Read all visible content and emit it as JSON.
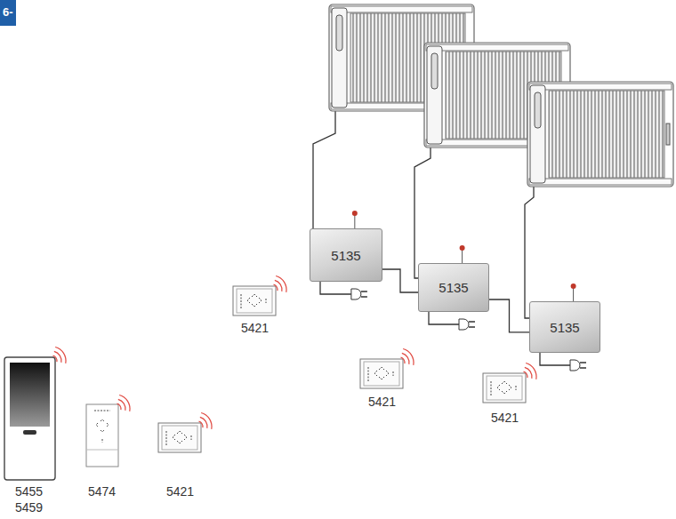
{
  "diagram": {
    "nodes": [
      {
        "text": [
          "5135"
        ]
      },
      {
        "text": [
          "5135"
        ]
      },
      {
        "text": [
          "5135"
        ]
      }
    ],
    "edges": [
      {
        "from": 0,
        "to": 1,
        "arrow": "none"
      },
      {
        "from": 1,
        "to": 2,
        "arrow": "none"
      }
    ],
    "labels": [
      "6-",
      "5421",
      "5421",
      "5421",
      "5455",
      "5459",
      "5474",
      "5421"
    ]
  }
}
